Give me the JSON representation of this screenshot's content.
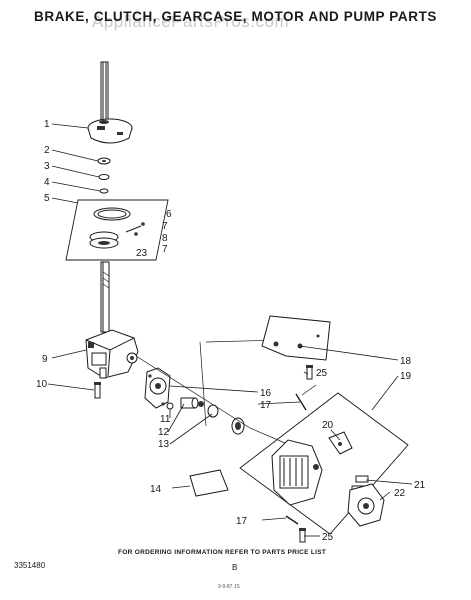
{
  "title": "BRAKE, CLUTCH, GEARCASE, MOTOR AND PUMP PARTS",
  "watermark": "AppliancePartsPros.com",
  "footer_note": "FOR ORDERING INFORMATION REFER TO PARTS PRICE LIST",
  "doc_number": "3351480",
  "page_letter": "B",
  "print_code": "9-9-87 JS",
  "callouts": {
    "c1": "1",
    "c2": "2",
    "c3": "3",
    "c4": "4",
    "c5": "5",
    "c6": "6",
    "c7a": "7",
    "c8": "8",
    "c7b": "7",
    "c23": "23",
    "c9": "9",
    "c10": "10",
    "c11": "11",
    "c12": "12",
    "c13": "13",
    "c14": "14",
    "c16": "16",
    "c17a": "17",
    "c17b": "17",
    "c18": "18",
    "c19": "19",
    "c20": "20",
    "c21": "21",
    "c22": "22",
    "c25a": "25",
    "c25b": "25"
  }
}
